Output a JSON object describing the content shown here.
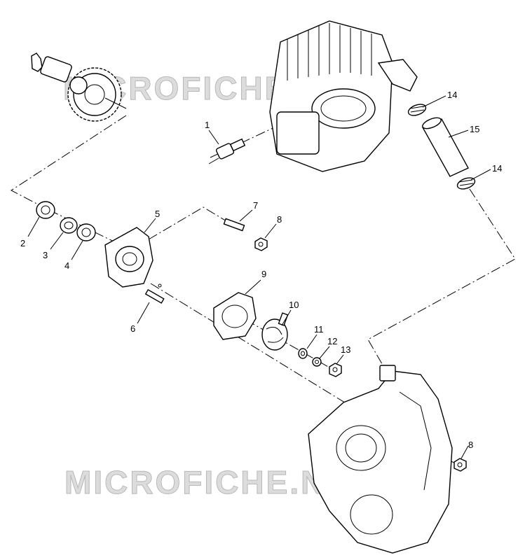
{
  "watermark": {
    "text": "MICROFICHE.NET"
  },
  "callouts": [
    "1",
    "2",
    "3",
    "4",
    "5",
    "6",
    "7",
    "8",
    "9",
    "10",
    "11",
    "12",
    "13",
    "14",
    "15",
    "14",
    "8"
  ],
  "colors": {
    "line": "#000000",
    "background": "#ffffff",
    "watermark": "#dcdcdc"
  }
}
